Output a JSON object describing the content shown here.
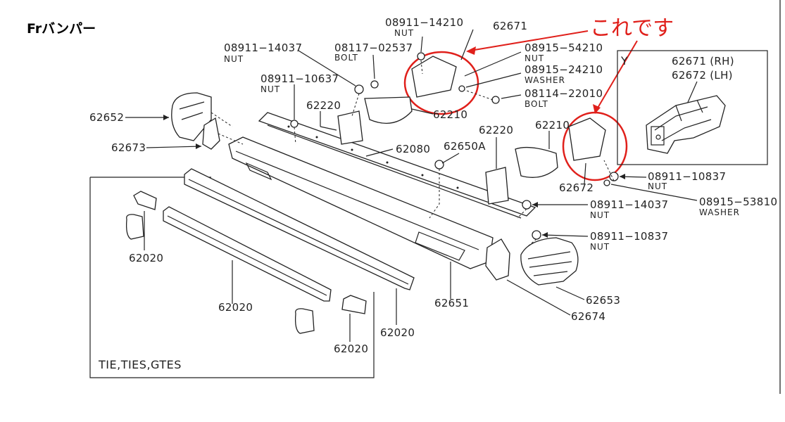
{
  "title": "Frバンパー",
  "annotation": {
    "text": "これです",
    "color": "#e0201b"
  },
  "parts": {
    "nut_14210": {
      "num": "08911−14210",
      "type": "NUT"
    },
    "p62671": "62671",
    "nut_14037": {
      "num": "08911−14037",
      "type": "NUT"
    },
    "bolt_02537": {
      "num": "08117−02537",
      "type": "BOLT"
    },
    "nut_54210": {
      "num": "08915−54210",
      "type": "NUT"
    },
    "washer_24210": {
      "num": "08915−24210",
      "type": "WASHER"
    },
    "nut_10637": {
      "num": "08911−10637",
      "type": "NUT"
    },
    "bolt_22010": {
      "num": "08114−22010",
      "type": "BOLT"
    },
    "p62652": "62652",
    "p62220a": "62220",
    "p62210a": "62210",
    "p62673": "62673",
    "p62080": "62080",
    "p62650a": "62650A",
    "p62220b": "62220",
    "p62210b": "62210",
    "p62672": "62672",
    "nut_10837a": {
      "num": "08911−10837",
      "type": "NUT"
    },
    "washer_53810": {
      "num": "08915−53810",
      "type": "WASHER"
    },
    "nut_14037b": {
      "num": "08911−14037",
      "type": "NUT"
    },
    "nut_10837b": {
      "num": "08911−10837",
      "type": "NUT"
    },
    "p62020a": "62020",
    "p62020b": "62020",
    "p62020c": "62020",
    "p62020d": "62020",
    "p62651": "62651",
    "p62653": "62653",
    "p62674": "62674"
  },
  "inset_y": {
    "tag": "Y",
    "rh": "62671 (RH)",
    "lh": "62672 (LH)"
  },
  "inset_models": "TIE,TIES,GTES"
}
